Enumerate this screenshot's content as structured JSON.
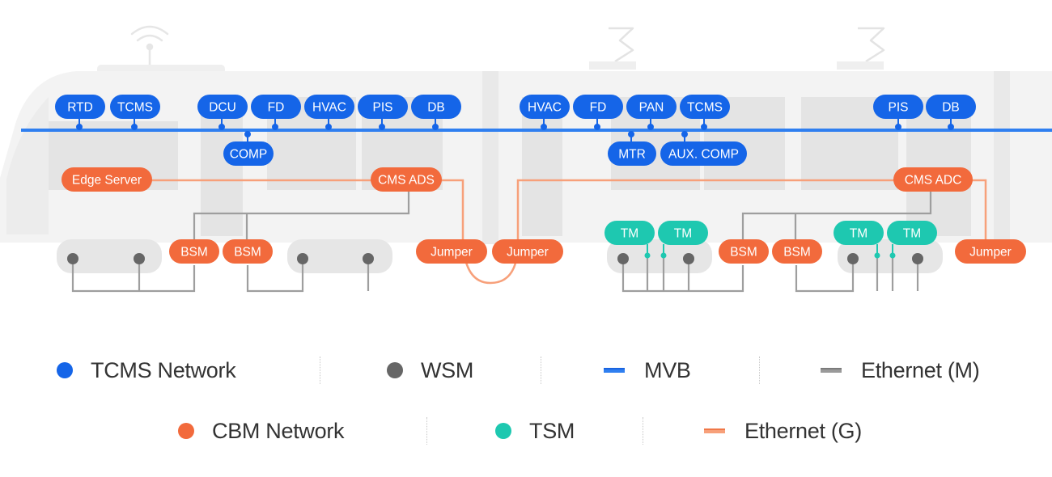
{
  "colors": {
    "tcms": "#1565e8",
    "cbm": "#f26a3c",
    "tsm": "#1ec8b0",
    "wsm": "#666666",
    "mvb": "#2f7ff0",
    "ethernet_m": "#9a9a9a",
    "ethernet_g": "#f7a07a"
  },
  "tcms_nodes": [
    {
      "id": "rtd",
      "label": "RTD"
    },
    {
      "id": "tcms1",
      "label": "TCMS"
    },
    {
      "id": "dcu",
      "label": "DCU"
    },
    {
      "id": "fd1",
      "label": "FD"
    },
    {
      "id": "hvac1",
      "label": "HVAC"
    },
    {
      "id": "pis1",
      "label": "PIS"
    },
    {
      "id": "db1",
      "label": "DB"
    },
    {
      "id": "comp",
      "label": "COMP"
    },
    {
      "id": "hvac2",
      "label": "HVAC"
    },
    {
      "id": "fd2",
      "label": "FD"
    },
    {
      "id": "pan",
      "label": "PAN"
    },
    {
      "id": "tcms2",
      "label": "TCMS"
    },
    {
      "id": "mtr",
      "label": "MTR"
    },
    {
      "id": "auxcomp",
      "label": "AUX. COMP"
    },
    {
      "id": "pis2",
      "label": "PIS"
    },
    {
      "id": "db2",
      "label": "DB"
    }
  ],
  "cbm_nodes": [
    {
      "id": "edge",
      "label": "Edge Server"
    },
    {
      "id": "cmsads",
      "label": "CMS ADS"
    },
    {
      "id": "cmsadc",
      "label": "CMS ADC"
    },
    {
      "id": "bsm1",
      "label": "BSM"
    },
    {
      "id": "bsm2",
      "label": "BSM"
    },
    {
      "id": "jumper1",
      "label": "Jumper"
    },
    {
      "id": "jumper2",
      "label": "Jumper"
    },
    {
      "id": "bsm3",
      "label": "BSM"
    },
    {
      "id": "bsm4",
      "label": "BSM"
    },
    {
      "id": "jumper3",
      "label": "Jumper"
    }
  ],
  "tsm_nodes": [
    {
      "id": "tm1",
      "label": "TM"
    },
    {
      "id": "tm2",
      "label": "TM"
    },
    {
      "id": "tm3",
      "label": "TM"
    },
    {
      "id": "tm4",
      "label": "TM"
    }
  ],
  "legend": {
    "tcms_network": "TCMS Network",
    "wsm": "WSM",
    "mvb": "MVB",
    "ethernet_m": "Ethernet (M)",
    "cbm_network": "CBM Network",
    "tsm": "TSM",
    "ethernet_g": "Ethernet (G)"
  }
}
